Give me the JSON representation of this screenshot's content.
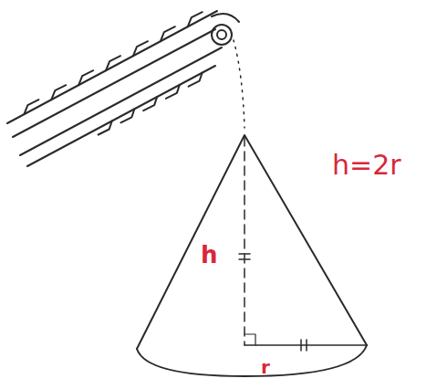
{
  "diagram": {
    "labels": [
      "h",
      "r",
      "h=2r"
    ]
  }
}
